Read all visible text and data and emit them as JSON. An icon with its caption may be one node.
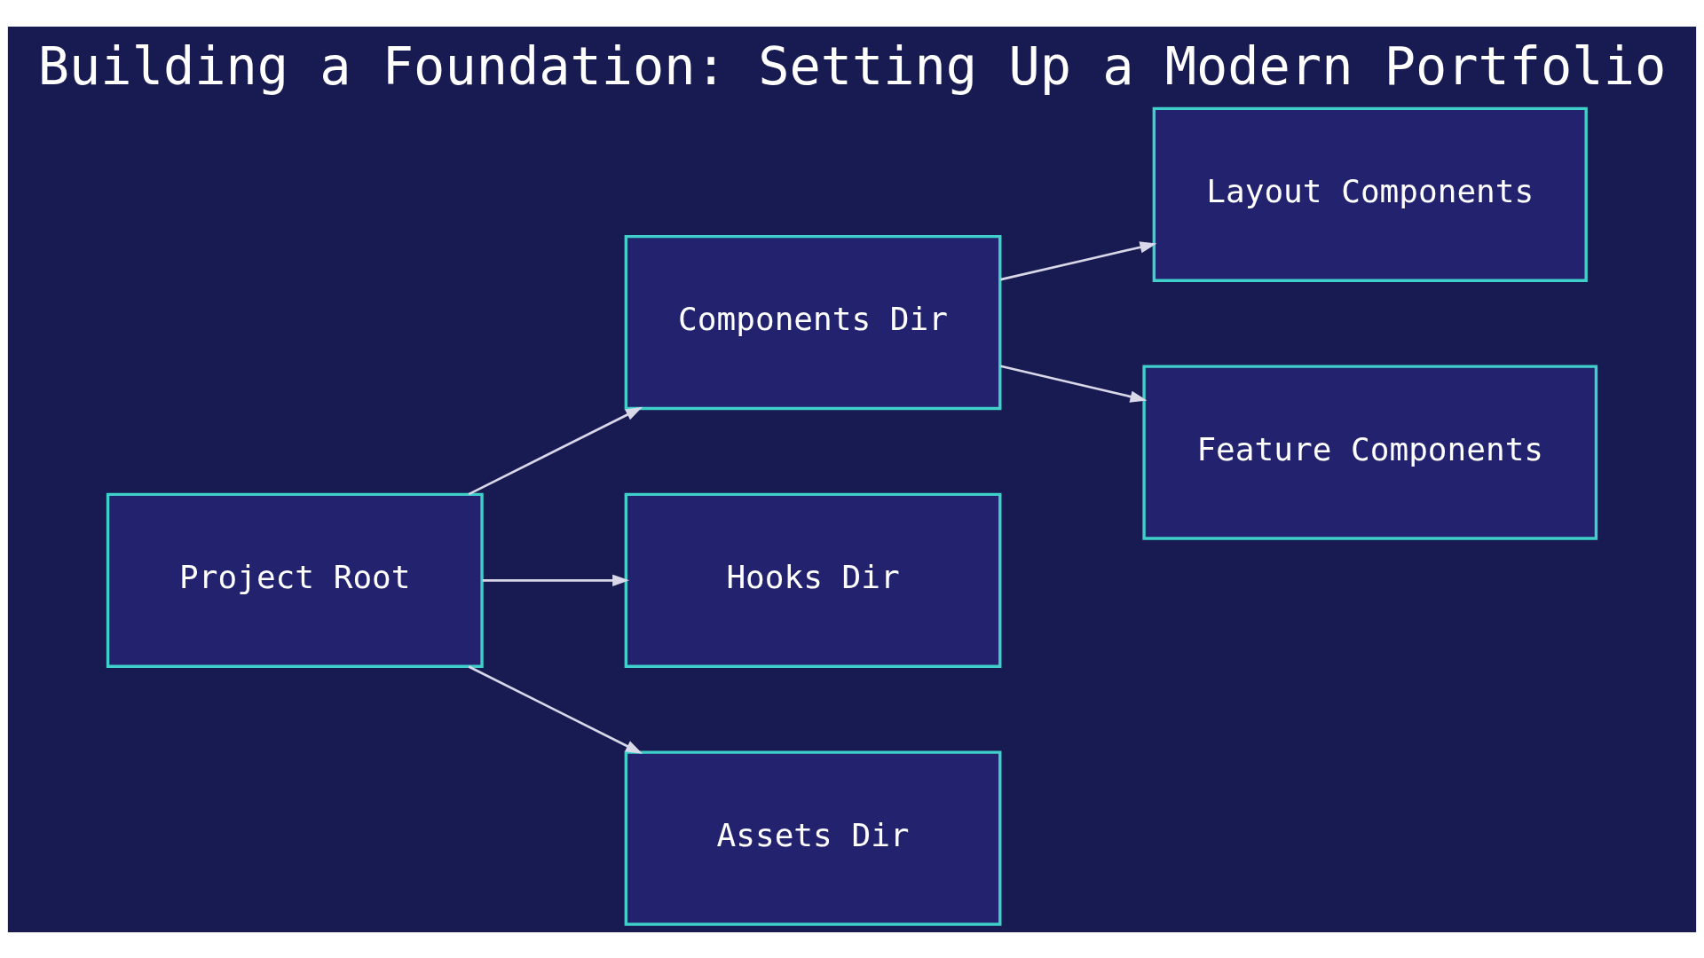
{
  "diagram": {
    "title": "Building a Foundation: Setting Up a Modern Portfolio",
    "nodes": [
      {
        "text": [
          "Project Root"
        ]
      },
      {
        "text": [
          "Components Dir"
        ]
      },
      {
        "text": [
          "Hooks Dir"
        ]
      },
      {
        "text": [
          "Assets Dir"
        ]
      },
      {
        "text": [
          "Layout Components"
        ]
      },
      {
        "text": [
          "Feature Components"
        ]
      }
    ],
    "edges": [
      {
        "from": 0,
        "to": 1,
        "arrow": "to"
      },
      {
        "from": 0,
        "to": 2,
        "arrow": "to"
      },
      {
        "from": 0,
        "to": 3,
        "arrow": "to"
      },
      {
        "from": 1,
        "to": 4,
        "arrow": "to"
      },
      {
        "from": 1,
        "to": 5,
        "arrow": "to"
      }
    ]
  }
}
